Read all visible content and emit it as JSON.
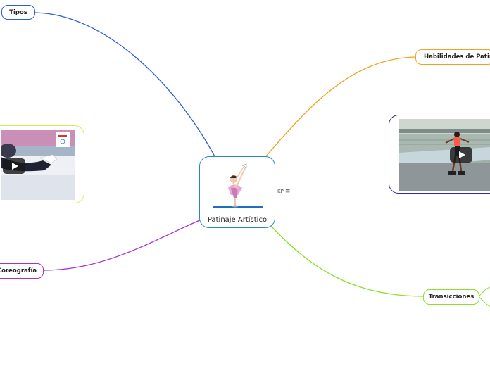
{
  "central": {
    "title": "Patinaje Artístico"
  },
  "topics": {
    "tipos": {
      "label": "Tipos",
      "color": "#2c5ce0"
    },
    "habilidades": {
      "label": "Habilidades de Patinaje",
      "color": "#f0a31e"
    },
    "coreografia": {
      "label": "Coreografía",
      "color": "#a62fcf"
    },
    "transiciones": {
      "label": "Transicciones",
      "color": "#88e02a"
    }
  },
  "media": {
    "left_video": {
      "border": "#d9ea4d"
    },
    "right_video": {
      "border": "#3b26a6"
    }
  },
  "notes_marker": {
    "label": "KP",
    "icon": "menu-icon"
  },
  "colors": {
    "central_border": "#2a86c9"
  }
}
